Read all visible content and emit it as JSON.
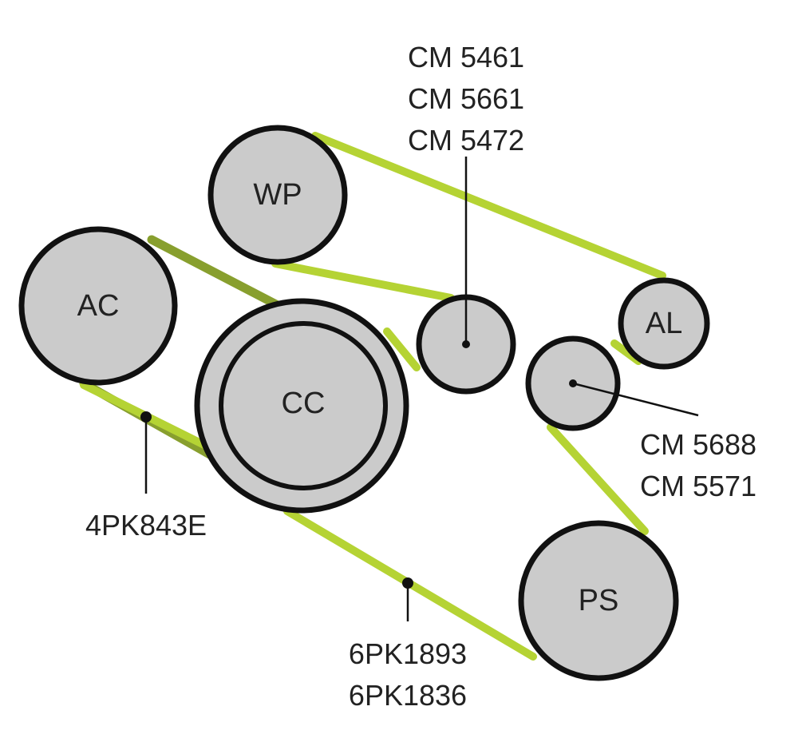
{
  "colors": {
    "belt_long": "#b5d334",
    "belt_short": "#889f2e",
    "pulley_fill": "#cbcbcb",
    "outline": "#111111"
  },
  "pulleys": {
    "wp": "WP",
    "ac": "AC",
    "cc": "CC",
    "al": "AL",
    "ps": "PS"
  },
  "parts": {
    "idler_top": [
      "CM 5461",
      "CM 5661",
      "CM 5472"
    ],
    "tensioner": [
      "CM 5688",
      "CM 5571"
    ],
    "belt_short": "4PK843E",
    "belt_long": [
      "6PK1893",
      "6PK1836"
    ]
  }
}
